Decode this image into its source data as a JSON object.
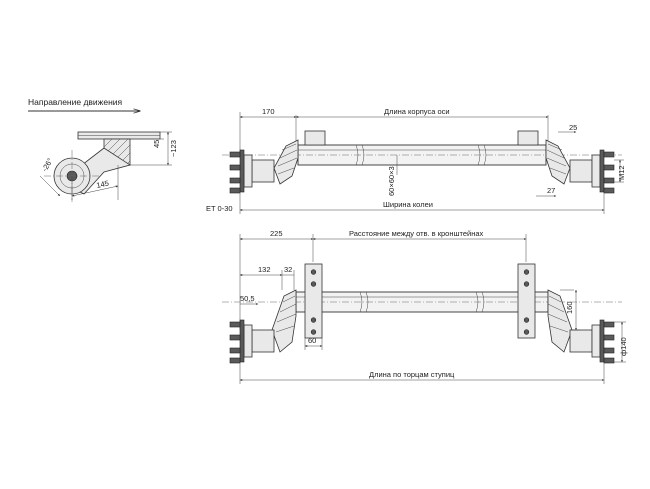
{
  "direction_label": "Направление движения",
  "side_view": {
    "dim_45": "45",
    "dim_123": "~123",
    "dim_angle": "-26°",
    "dim_145": "145"
  },
  "top_view": {
    "dim_170": "170",
    "body_length": "Длина корпуса оси",
    "dim_25": "25",
    "profile": "60×60×3",
    "dim_27": "27",
    "dim_m12": "M12",
    "offset": "ET 0-30",
    "track_width": "Ширина колеи"
  },
  "bottom_view": {
    "dim_225": "225",
    "bracket_hole_distance": "Расстояние между отв. в кронштейнах",
    "dim_132": "132",
    "dim_32": "32",
    "dim_50_5": "50,5",
    "dim_160": "160",
    "dim_60": "60",
    "dim_140": "ф140",
    "hub_face_length": "Длина по торцам ступиц"
  }
}
